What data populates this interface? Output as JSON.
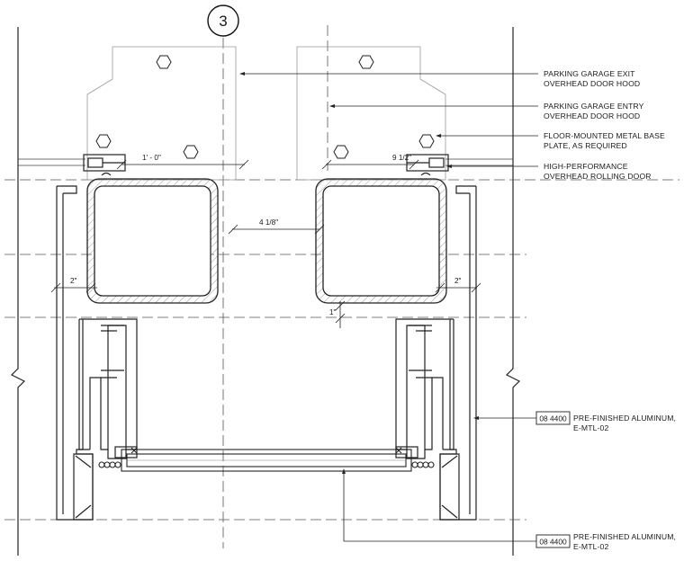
{
  "section_marker": "3",
  "dimensions": {
    "d_1ft": "1' - 0\"",
    "d_9half": "9 1/2\"",
    "d_4eighth": "4 1/8\"",
    "d_2left": "2\"",
    "d_2right": "2\"",
    "d_1": "1\""
  },
  "callouts": [
    {
      "line1": "PARKING GARAGE EXIT",
      "line2": "OVERHEAD DOOR HOOD"
    },
    {
      "line1": "PARKING GARAGE ENTRY",
      "line2": "OVERHEAD DOOR HOOD"
    },
    {
      "line1": "FLOOR-MOUNTED METAL BASE",
      "line2": "PLATE, AS REQUIRED"
    },
    {
      "line1": "HIGH-PERFORMANCE",
      "line2": "OVERHEAD ROLLING DOOR"
    }
  ],
  "keynotes": [
    {
      "code": "08 4400",
      "line1": "PRE-FINISHED ALUMINUM,",
      "line2": "E-MTL-02"
    },
    {
      "code": "08 4400",
      "line1": "PRE-FINISHED ALUMINUM,",
      "line2": "E-MTL-02"
    }
  ]
}
